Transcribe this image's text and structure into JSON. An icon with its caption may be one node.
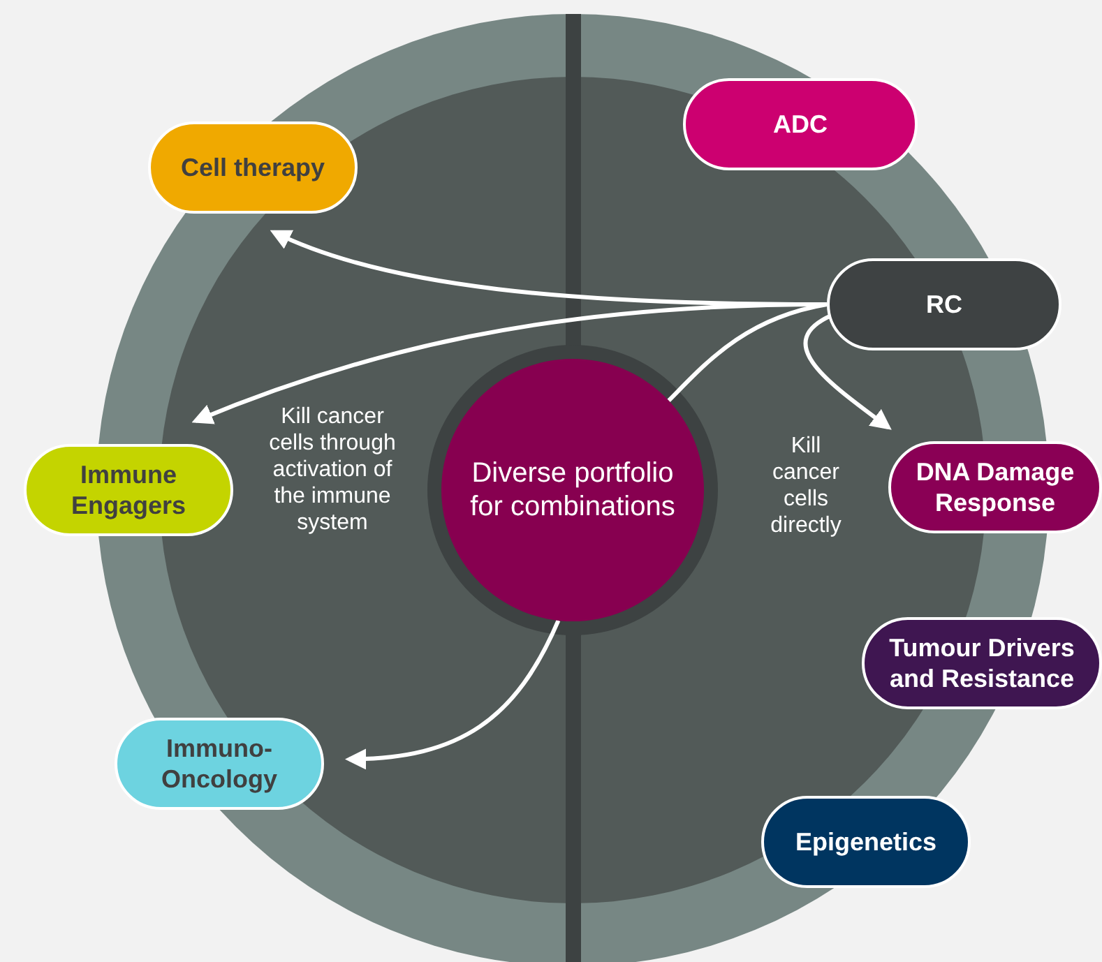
{
  "diagram": {
    "nodes": [
      {
        "text": [
          "Cell therapy"
        ]
      },
      {
        "text": [
          "ADC"
        ]
      },
      {
        "text": [
          "RC"
        ]
      },
      {
        "text": [
          "Immune Engagers"
        ]
      },
      {
        "text": [
          "Diverse portfolio for combinations"
        ]
      },
      {
        "text": [
          "DNA Damage Response"
        ]
      },
      {
        "text": [
          "Tumour Drivers and Resistance"
        ]
      },
      {
        "text": [
          "Immuno-Oncology"
        ]
      },
      {
        "text": [
          "Epigenetics"
        ]
      }
    ],
    "edges": [
      {
        "from": 2,
        "to": 0,
        "arrow": "to"
      },
      {
        "from": 2,
        "to": 3,
        "arrow": "to"
      },
      {
        "from": 2,
        "to": 5,
        "arrow": "to"
      },
      {
        "from": 2,
        "to": 4,
        "arrow": "none"
      },
      {
        "from": 4,
        "to": 7,
        "arrow": "to"
      }
    ],
    "labels": [
      "Kill cancer cells through activation of the immune system",
      "Kill cancer cells directly"
    ]
  }
}
